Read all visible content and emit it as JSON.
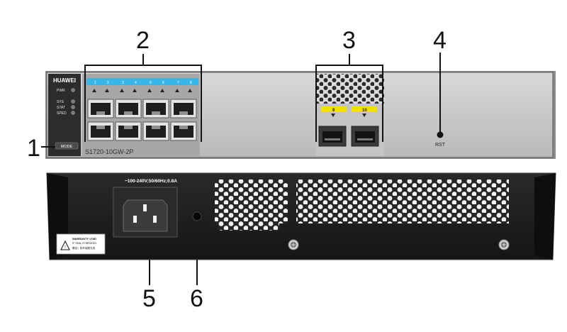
{
  "front_panel": {
    "brand": "HUAWEI",
    "model": "S1720-10GW-2P",
    "leds": [
      "PWR",
      "SYS",
      "STAT",
      "SPED"
    ],
    "mode_button": "MODE",
    "rst_label": "RST",
    "copper_port_numbers": [
      "1",
      "2",
      "3",
      "4",
      "5",
      "6",
      "7",
      "8"
    ],
    "sfp_port_numbers": [
      "9",
      "10"
    ]
  },
  "rear_panel": {
    "power_rating": "~100-240V;50/60Hz;0.8A",
    "warranty_label": [
      "WARRANTY VOID",
      "IF SEAL IS BROKEN",
      "警告！拆开保修无效"
    ]
  },
  "callouts": [
    "1",
    "2",
    "3",
    "4",
    "5",
    "6"
  ],
  "colors": {
    "chassis_front": "#c9c9c9",
    "chassis_dark": "#1e1e1e",
    "port_label_blue": "#38b6e8",
    "port_label_yellow": "#f2e100"
  }
}
